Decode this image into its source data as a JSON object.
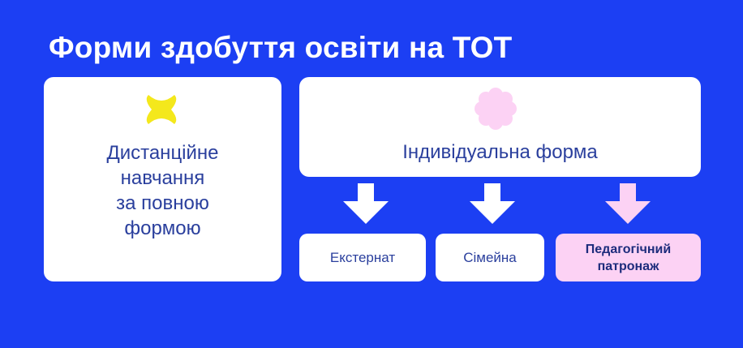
{
  "title": "Форми здобуття освіти на ТОТ",
  "left_card": {
    "lines": [
      "Дистанційне",
      "навчання",
      "за повною",
      "формою"
    ]
  },
  "right_card": {
    "label": "Індивідуальна форма"
  },
  "sub_forms": [
    {
      "label": "Екстернат"
    },
    {
      "label": "Сімейна"
    },
    {
      "label_lines": [
        "Педагогічний",
        "патронаж"
      ]
    }
  ],
  "colors": {
    "background": "#1c3ff3",
    "card": "#ffffff",
    "text": "#2a3f9d",
    "yellow_x": "#f4e81c",
    "pink_flower": "#fcd2f4",
    "pink_arrow": "#fcd2f4",
    "highlight_pill": "#fcd2f4"
  },
  "icons": {
    "left_deco": "yellow-x-icon",
    "right_deco": "pink-flower-icon",
    "arrows": "down-arrow-icon"
  }
}
